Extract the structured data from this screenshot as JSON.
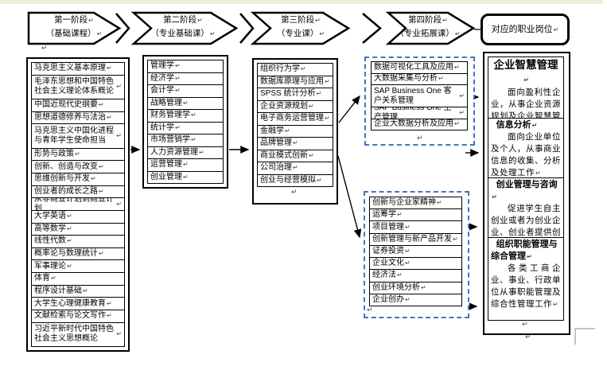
{
  "diagram": {
    "paragraph_mark": "↵",
    "colors": {
      "shape_outline": "#000000",
      "dashed_border": "#4472C4",
      "top_strip": "#EDEFD8",
      "corner_handle": "#B0B0B0"
    },
    "stages": [
      {
        "title": "第一阶段",
        "subtitle": "（基础课程）"
      },
      {
        "title": "第二阶段",
        "subtitle": "（专业基础课）"
      },
      {
        "title": "第三阶段",
        "subtitle": "（专业课）"
      },
      {
        "title": "第四阶段",
        "subtitle": "（专业拓展课）"
      }
    ],
    "job_box_label": "对应的职业岗位",
    "stage1_courses": [
      "马克思主义基本原理",
      "毛泽东思想和中国特色社会主义理论体系概论",
      "中国近现代史纲要",
      "思想道德修养与法治",
      "马克思主义中国化进程与青年学生使命担当",
      "形势与政策",
      "创新、创造与改变",
      "思维创新与开发",
      "创业者的成长之路",
      "从非商业计划到商业计划",
      "大学英语",
      "高等数学",
      "线性代数",
      "概率论与数理统计",
      "军事理论",
      "体育",
      "程序设计基础",
      "大学生心理健康教育",
      "文献检索与论文写作",
      "习近平新时代中国特色社会主义思想概论"
    ],
    "stage2_courses": [
      "管理学",
      "经济学",
      "会计学",
      "战略管理",
      "财务管理学",
      "统计学",
      "市场营销学",
      "人力资源管理",
      "运营管理",
      "创业管理"
    ],
    "stage3_courses": [
      "组织行为学",
      "数据库原理与应用",
      "SPSS 统计分析",
      "企业资源规划",
      "电子商务运营管理",
      "金融学",
      "品牌管理",
      "商业模式创新",
      "公司治理",
      "创业与经营模拟"
    ],
    "stage4_expansion_courses_top": [
      "数据可视化工具及应用",
      "大数据采集与分析",
      "SAP Business One 客户关系管理",
      "SAP Business One 生产管理",
      "企业大数据分析及应用"
    ],
    "stage4_expansion_courses_bottom": [
      "创新与企业家精神",
      "运筹学",
      "项目管理",
      "创新管理与新产品开发",
      "证券投资",
      "企业文化",
      "经济法",
      "创业环境分析",
      "企业创办"
    ],
    "job_roles": [
      {
        "title": "企业智慧管理",
        "desc": "面向盈利性企业，从事企业资源规划及企业智慧管理运营工作."
      },
      {
        "title": "信息分析",
        "desc": "面向企业单位及个人，从事商业信息的收集、分析及处理工作"
      },
      {
        "title": "创业管理与咨询",
        "desc": "促进学生自主创业或者为创业企业、创业者提供创业服务和创业辅导."
      },
      {
        "title": "组织职能管理与综合管理",
        "desc": "各类工商企业、事业、行政单位从事职能管理及综合性管理工作"
      }
    ]
  }
}
